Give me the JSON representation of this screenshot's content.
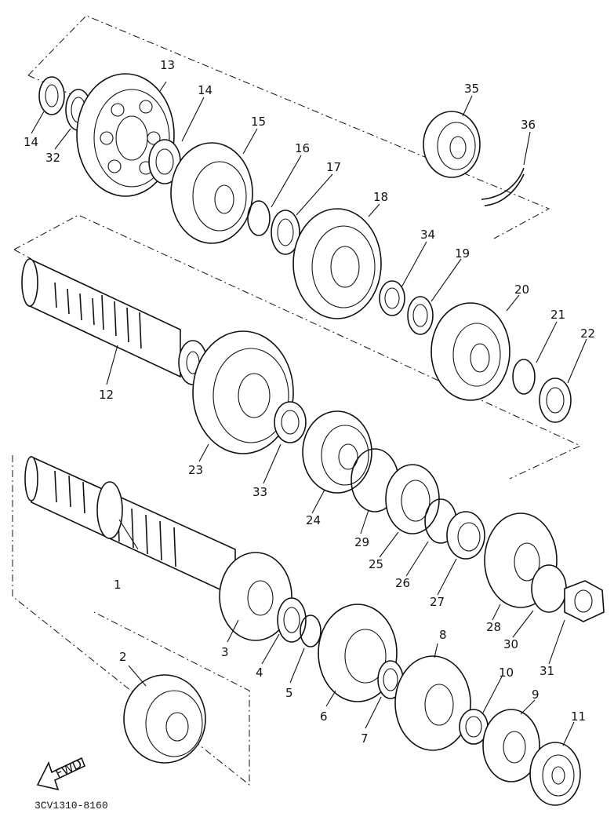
{
  "diagram": {
    "catalog_code": "3CV1310-8160",
    "fwd_label": "FWD",
    "callouts": [
      {
        "id": "c1",
        "text": "1"
      },
      {
        "id": "c2",
        "text": "2"
      },
      {
        "id": "c3",
        "text": "3"
      },
      {
        "id": "c4",
        "text": "4"
      },
      {
        "id": "c5",
        "text": "5"
      },
      {
        "id": "c6",
        "text": "6"
      },
      {
        "id": "c7",
        "text": "7"
      },
      {
        "id": "c8",
        "text": "8"
      },
      {
        "id": "c9",
        "text": "9"
      },
      {
        "id": "c10",
        "text": "10"
      },
      {
        "id": "c11",
        "text": "11"
      },
      {
        "id": "c12",
        "text": "12"
      },
      {
        "id": "c13",
        "text": "13"
      },
      {
        "id": "c14a",
        "text": "14"
      },
      {
        "id": "c14b",
        "text": "14"
      },
      {
        "id": "c15",
        "text": "15"
      },
      {
        "id": "c16",
        "text": "16"
      },
      {
        "id": "c17",
        "text": "17"
      },
      {
        "id": "c18",
        "text": "18"
      },
      {
        "id": "c19",
        "text": "19"
      },
      {
        "id": "c20",
        "text": "20"
      },
      {
        "id": "c21",
        "text": "21"
      },
      {
        "id": "c22",
        "text": "22"
      },
      {
        "id": "c23",
        "text": "23"
      },
      {
        "id": "c24",
        "text": "24"
      },
      {
        "id": "c25",
        "text": "25"
      },
      {
        "id": "c26",
        "text": "26"
      },
      {
        "id": "c27",
        "text": "27"
      },
      {
        "id": "c28",
        "text": "28"
      },
      {
        "id": "c29",
        "text": "29"
      },
      {
        "id": "c30",
        "text": "30"
      },
      {
        "id": "c31",
        "text": "31"
      },
      {
        "id": "c32",
        "text": "32"
      },
      {
        "id": "c33",
        "text": "33"
      },
      {
        "id": "c34",
        "text": "34"
      },
      {
        "id": "c35",
        "text": "35"
      },
      {
        "id": "c36",
        "text": "36"
      }
    ]
  }
}
